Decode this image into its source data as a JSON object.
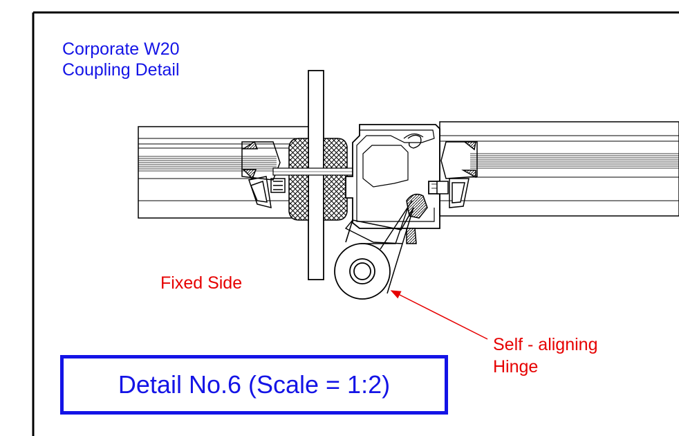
{
  "title": {
    "line1": "Corporate W20",
    "line2": "Coupling Detail"
  },
  "labels": {
    "fixed_side": "Fixed Side",
    "hinge_line1": "Self - aligning",
    "hinge_line2": "Hinge"
  },
  "detail": {
    "caption": "Detail No.6 (Scale = 1:2)"
  },
  "colors": {
    "title": "#1414e6",
    "annotation": "#e60000",
    "drawing": "#000000",
    "detail_box": "#1414e6"
  }
}
